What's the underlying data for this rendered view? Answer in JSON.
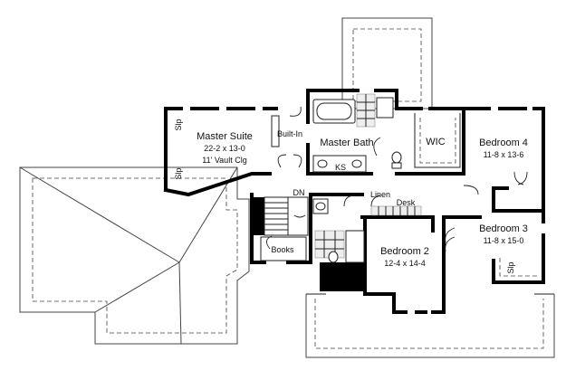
{
  "rooms": {
    "master_suite": {
      "name": "Master Suite",
      "dims": "22-2 x 13-0",
      "note": "11' Vault Clg"
    },
    "master_bath": {
      "name": "Master Bath"
    },
    "wic": {
      "name": "WIC"
    },
    "bedroom4": {
      "name": "Bedroom 4",
      "dims": "11-8 x 13-6"
    },
    "bedroom3": {
      "name": "Bedroom 3",
      "dims": "11-8 x 15-0"
    },
    "bedroom2": {
      "name": "Bedroom 2",
      "dims": "12-4 x 14-4"
    }
  },
  "labels": {
    "built_in": "Built-In",
    "ks": "KS",
    "dn": "DN",
    "linen": "Linen",
    "desk": "Desk",
    "books": "Books",
    "slp": "Slp"
  }
}
